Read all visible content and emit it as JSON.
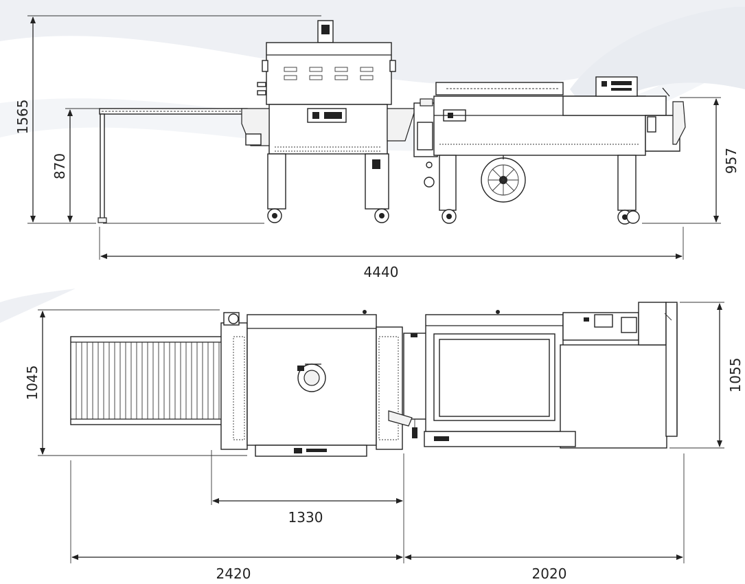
{
  "colors": {
    "line": "#222222",
    "background": "#ffffff",
    "swoosh": "#e6e9ef"
  },
  "side_view": {
    "dim_total_height": "1565",
    "dim_conveyor_height": "870",
    "dim_sealer_height": "957",
    "dim_total_length": "4440"
  },
  "top_view": {
    "dim_tunnel_width": "1045",
    "dim_sealer_width": "1055",
    "dim_tunnel_body": "1330",
    "dim_tunnel_length": "2420",
    "dim_sealer_length": "2020"
  }
}
